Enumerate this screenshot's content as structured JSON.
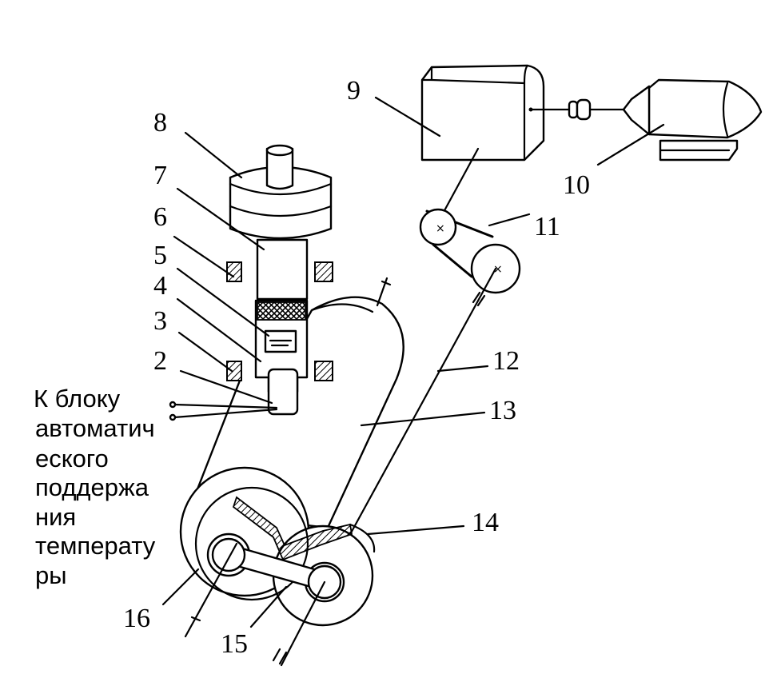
{
  "labels": {
    "n2": "2",
    "n3": "3",
    "n4": "4",
    "n5": "5",
    "n6": "6",
    "n7": "7",
    "n8": "8",
    "n9": "9",
    "n10": "10",
    "n11": "11",
    "n12": "12",
    "n13": "13",
    "n14": "14",
    "n15": "15",
    "n16": "16"
  },
  "caption_lines": [
    "К блоку",
    "автоматич",
    "еского",
    "поддержа",
    "ния",
    "температу",
    "ры"
  ]
}
